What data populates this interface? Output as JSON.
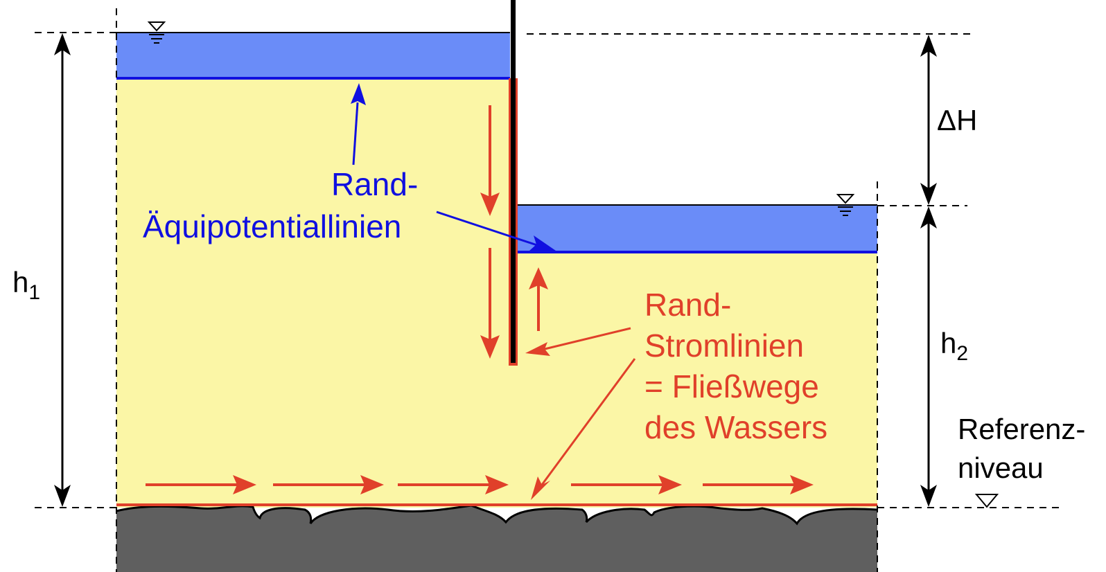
{
  "labels": {
    "h1": "h",
    "h1_sub": "1",
    "h2": "h",
    "h2_sub": "2",
    "delta_h": "ΔH",
    "equipotential_line1": "Rand-",
    "equipotential_line2": "Äquipotentiallinien",
    "streamline_line1": "Rand-",
    "streamline_line2": "Stromlinien",
    "streamline_line3": "= Fließwege",
    "streamline_line4": "des Wassers",
    "reference_line1": "Referenz-",
    "reference_line2": "niveau"
  },
  "colors": {
    "soil": "#fbf6a6",
    "water": "#6a8cf8",
    "water_edge": "#1010e0",
    "streamline": "#e0402a",
    "bedrock": "#5f5f5f",
    "wall": "#000000",
    "text_blue": "#1010e0",
    "text_red": "#e0402a",
    "text_black": "#000000"
  },
  "icons": [
    "water-level-symbol",
    "reference-level-symbol"
  ]
}
